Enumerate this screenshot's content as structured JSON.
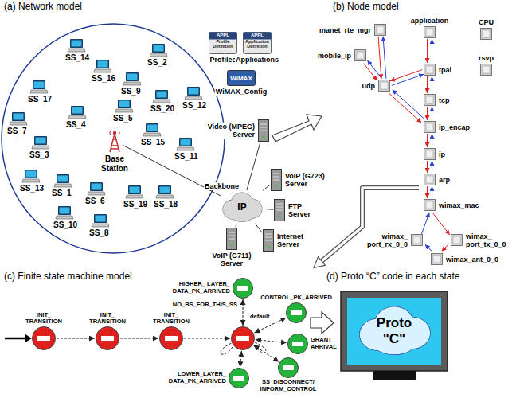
{
  "diagram": {
    "nodes": [
      {
        "text": [
          "SS_14"
        ]
      },
      {
        "text": [
          "SS_2"
        ]
      },
      {
        "text": [
          "SS_16"
        ]
      },
      {
        "text": [
          "SS_9"
        ]
      },
      {
        "text": [
          "SS_17"
        ]
      },
      {
        "text": [
          "SS_5"
        ]
      },
      {
        "text": [
          "SS_20"
        ]
      },
      {
        "text": [
          "SS_12"
        ]
      },
      {
        "text": [
          "SS_7"
        ]
      },
      {
        "text": [
          "SS_4"
        ]
      },
      {
        "text": [
          "SS_3"
        ]
      },
      {
        "text": [
          "SS_15"
        ]
      },
      {
        "text": [
          "SS_11"
        ]
      },
      {
        "text": [
          "SS_13"
        ]
      },
      {
        "text": [
          "SS_1"
        ]
      },
      {
        "text": [
          "SS_6"
        ]
      },
      {
        "text": [
          "SS_19"
        ]
      },
      {
        "text": [
          "SS_18"
        ]
      },
      {
        "text": [
          "SS_10"
        ]
      },
      {
        "text": [
          "SS_8"
        ]
      },
      {
        "text": [
          "Base Station"
        ]
      },
      {
        "text": [
          "APPL",
          "Profile Definition",
          "Profiles"
        ]
      },
      {
        "text": [
          "APPL",
          "Application Definition",
          "Applications"
        ]
      },
      {
        "text": [
          "WiMAX",
          "WiMAX_Config"
        ]
      },
      {
        "text": [
          "Video (MPEG) Server"
        ]
      },
      {
        "text": [
          "Backbone",
          "IP"
        ]
      },
      {
        "text": [
          "VoIP (G723) Server"
        ]
      },
      {
        "text": [
          "FTP Server"
        ]
      },
      {
        "text": [
          "Internet Server"
        ]
      },
      {
        "text": [
          "VoIP (G711) Server"
        ]
      },
      {
        "text": [
          "manet_rte_mgr"
        ]
      },
      {
        "text": [
          "mobile_ip"
        ]
      },
      {
        "text": [
          "application"
        ]
      },
      {
        "text": [
          "CPU"
        ]
      },
      {
        "text": [
          "tpal"
        ]
      },
      {
        "text": [
          "rsvp"
        ]
      },
      {
        "text": [
          "udp"
        ]
      },
      {
        "text": [
          "tcp"
        ]
      },
      {
        "text": [
          "ip_encap"
        ]
      },
      {
        "text": [
          "ip"
        ]
      },
      {
        "text": [
          "arp"
        ]
      },
      {
        "text": [
          "wimax_mac"
        ]
      },
      {
        "text": [
          "wimax_ port_rx_0_0"
        ]
      },
      {
        "text": [
          "wimax_ port_tx_0_0"
        ]
      },
      {
        "text": [
          "wimax_ant_0_0"
        ]
      },
      {
        "text": [
          "INIT_ TRANSITION"
        ]
      },
      {
        "text": [
          "INIT_ TRANSITION"
        ]
      },
      {
        "text": [
          "INIT_ TRANSITION"
        ]
      },
      {
        "text": [
          "HIGHER_ LAYER_ DATA_PK_ARRIVED"
        ]
      },
      {
        "text": [
          "NO_BS_FOR_THIS_SS"
        ]
      },
      {
        "text": [
          "CONTROL_PK_ARRIVED"
        ]
      },
      {
        "text": [
          "GRANT_ ARRIVAL"
        ]
      },
      {
        "text": [
          "SS_DISCONNECT/ INFORM_CONTROL"
        ]
      },
      {
        "text": [
          "LOWER_LAYER_ DATA_PK_ARRIVED"
        ]
      },
      {
        "text": [
          "Proto \"C\""
        ]
      }
    ],
    "edges": [
      {
        "from": 20,
        "to": 25,
        "arrow": "none"
      },
      {
        "from": 25,
        "to": 24,
        "arrow": "none"
      },
      {
        "from": 25,
        "to": 26,
        "arrow": "none"
      },
      {
        "from": 25,
        "to": 27,
        "arrow": "none"
      },
      {
        "from": 25,
        "to": 28,
        "arrow": "none"
      },
      {
        "from": 25,
        "to": 29,
        "arrow": "none"
      },
      {
        "from": 32,
        "to": 34,
        "arrow": "to"
      },
      {
        "from": 34,
        "to": 32,
        "arrow": "to"
      },
      {
        "from": 34,
        "to": 36,
        "arrow": "to"
      },
      {
        "from": 36,
        "to": 34,
        "arrow": "to"
      },
      {
        "from": 34,
        "to": 37,
        "arrow": "to"
      },
      {
        "from": 37,
        "to": 34,
        "arrow": "to"
      },
      {
        "from": 30,
        "to": 36,
        "arrow": "to"
      },
      {
        "from": 36,
        "to": 30,
        "arrow": "to"
      },
      {
        "from": 31,
        "to": 36,
        "arrow": "to"
      },
      {
        "from": 36,
        "to": 31,
        "arrow": "to"
      },
      {
        "from": 36,
        "to": 38,
        "arrow": "to"
      },
      {
        "from": 38,
        "to": 36,
        "arrow": "to"
      },
      {
        "from": 37,
        "to": 38,
        "arrow": "to"
      },
      {
        "from": 38,
        "to": 37,
        "arrow": "to"
      },
      {
        "from": 38,
        "to": 39,
        "arrow": "to"
      },
      {
        "from": 39,
        "to": 38,
        "arrow": "to"
      },
      {
        "from": 39,
        "to": 40,
        "arrow": "to"
      },
      {
        "from": 40,
        "to": 39,
        "arrow": "to"
      },
      {
        "from": 40,
        "to": 41,
        "arrow": "to"
      },
      {
        "from": 41,
        "to": 40,
        "arrow": "to"
      },
      {
        "from": 41,
        "to": 43,
        "arrow": "to"
      },
      {
        "from": 42,
        "to": 41,
        "arrow": "to"
      },
      {
        "from": 43,
        "to": 44,
        "arrow": "to"
      },
      {
        "from": 44,
        "to": 42,
        "arrow": "to"
      },
      {
        "from": 45,
        "to": 46,
        "arrow": "to"
      },
      {
        "from": 46,
        "to": 47,
        "arrow": "to"
      },
      {
        "from": 47,
        "to": 49,
        "arrow": "to"
      },
      {
        "from": 49,
        "to": 48,
        "arrow": "both"
      },
      {
        "from": 49,
        "to": 50,
        "arrow": "both"
      },
      {
        "from": 49,
        "to": 51,
        "arrow": "both"
      },
      {
        "from": 49,
        "to": 52,
        "arrow": "both"
      },
      {
        "from": 49,
        "to": 53,
        "arrow": "both"
      }
    ],
    "labels": [
      "(a) Network model",
      "(b) Node model",
      "(c) Finite state machine model",
      "(d) Proto “C” code in each state",
      "default"
    ]
  }
}
